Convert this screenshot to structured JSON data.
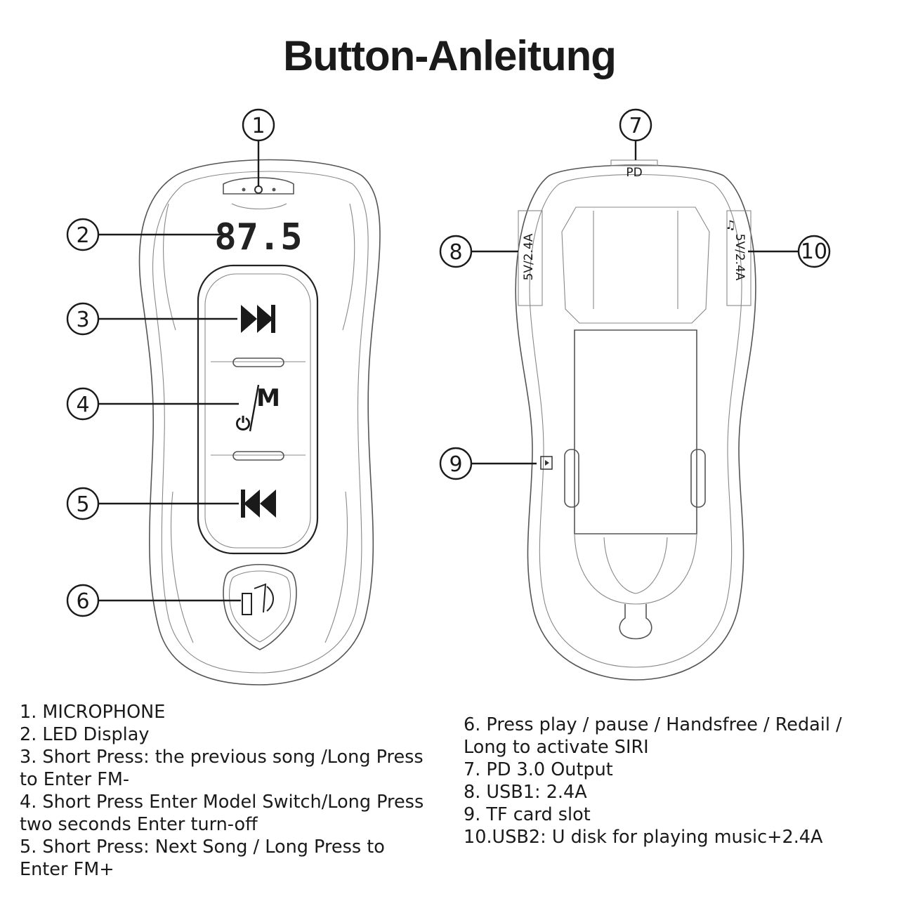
{
  "title": "Button-Anleitung",
  "display_value": "87.5",
  "front_buttons": {
    "mode_letter": "M",
    "power_glyph": "⏻"
  },
  "port_labels": {
    "pd": "PD",
    "usb1": "5V/2.4A",
    "usb2": "5V/2.4A",
    "usb2_music_glyph": "♫"
  },
  "callouts": [
    "1",
    "2",
    "3",
    "4",
    "5",
    "6",
    "7",
    "8",
    "9",
    "10"
  ],
  "legend_left": [
    "1. MICROPHONE",
    "2. LED Display",
    "3. Short Press: the previous song /Long Press",
    "to Enter FM-",
    "4. Short Press Enter Model Switch/Long Press",
    "two seconds Enter turn-off",
    "5. Short Press: Next Song / Long Press to",
    "Enter FM+"
  ],
  "legend_right": [
    "6. Press play / pause / Handsfree / Redail /",
    "Long to activate SIRI",
    "7. PD 3.0 Output",
    "8. USB1: 2.4A",
    "9. TF card slot",
    "10.USB2: U disk for playing music+2.4A"
  ]
}
